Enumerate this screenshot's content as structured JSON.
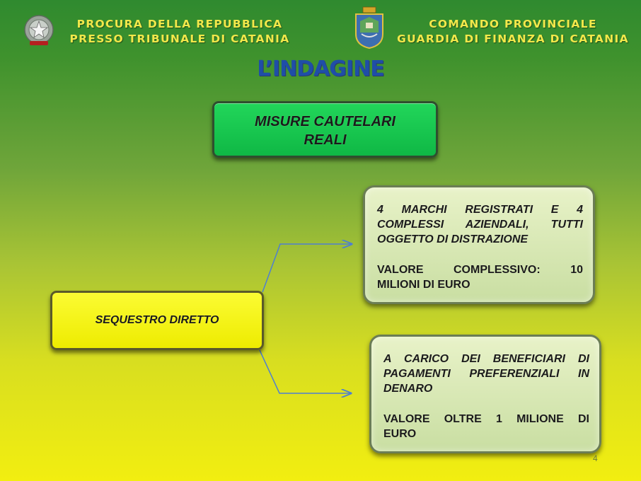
{
  "header": {
    "left_line1": "PROCURA DELLA REPUBBLICA",
    "left_line2": "PRESSO TRIBUNALE DI CATANIA",
    "right_line1": "COMANDO PROVINCIALE",
    "right_line2": "GUARDIA DI FINANZA DI CATANIA"
  },
  "title": "L’INDAGINE",
  "misure": {
    "line1": "MISURE CAUTELARI",
    "line2": "REALI"
  },
  "sequestro": "SEQUESTRO DIRETTO",
  "marchi": {
    "line1": "4 MARCHI REGISTRATI E 4",
    "line2": "COMPLESSI AZIENDALI, TUTTI",
    "line3": "OGGETTO DI DISTRAZIONE",
    "value_line1": "VALORE COMPLESSIVO: 10",
    "value_line2": "MILIONI DI EURO"
  },
  "carico": {
    "line1": "A CARICO DEI BENEFICIARI DI",
    "line2": "PAGAMENTI PREFERENZIALI IN",
    "line3": "DENARO",
    "value_line1": "VALORE OLTRE 1 MILIONE DI",
    "value_line2": "EURO"
  },
  "page_number": "4",
  "colors": {
    "header_text": "#f2e84a",
    "title": "#1f4ea8",
    "green_box": "#12c24c",
    "yellow_box": "#f6f41a",
    "connector": "#4e7fd1"
  }
}
